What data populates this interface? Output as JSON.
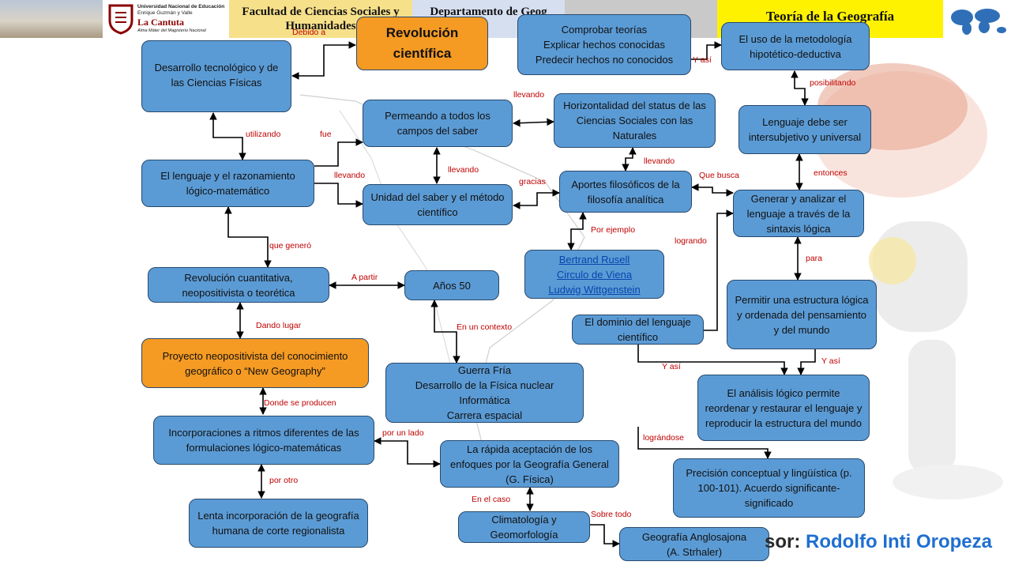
{
  "header": {
    "university_line1": "Universidad Nacional de Educación",
    "university_line2": "Enrique Guzmán y Valle",
    "university_short": "La Cantuta",
    "university_motto": "Alma Máter del Magisterio Nacional",
    "faculty": "Facultad de Ciencias Sociales y Humanidades",
    "department": "Departamento de Geog",
    "course": "Teoría de la Geografía"
  },
  "professor": {
    "label": "sor:",
    "name": "Rodolfo Inti Oropeza"
  },
  "nodes": {
    "revolucion_cientifica": "Revolución científica",
    "comprobar": "Comprobar teorías\nExplicar hechos conocidas\nPredecir hechos no conocidos",
    "metodologia": "El uso de la metodología hipotético-deductiva",
    "desarrollo": "Desarrollo tecnológico y de las Ciencias Físicas",
    "permeando": "Permeando a todos los campos del saber",
    "horizontalidad": "Horizontalidad del status de las Ciencias Sociales con las Naturales",
    "lenguaje_inter": "Lenguaje debe ser intersubjetivo y universal",
    "lenguaje_razonamiento": "El lenguaje y el razonamiento lógico-matemático",
    "unidad": "Unidad del saber y el método científico",
    "aportes": "Aportes filosóficos de la filosofía analítica",
    "generar": "Generar y analizar el lenguaje a través de la sintaxis lógica",
    "ejemplos": [
      "Bertrand Rusell",
      "Circulo de Viena",
      "Ludwig Wittgenstein"
    ],
    "revolucion_cuantitativa": "Revolución cuantitativa, neopositivista o teorética",
    "anos50": "Años 50",
    "permitir": "Permitir una estructura lógica y ordenada del pensamiento y del mundo",
    "dominio": "El dominio del lenguaje científico",
    "proyecto": "Proyecto neopositivista del conocimiento geográfico o “New Geography”",
    "guerra": "Guerra Fría\nDesarrollo de la Física nuclear\nInformática\nCarrera espacial",
    "analisis": "El análisis lógico permite reordenar y restaurar el lenguaje y reproducir la estructura del mundo",
    "incorporaciones": "Incorporaciones a ritmos diferentes de las formulaciones lógico-matemáticas",
    "rapida": "La rápida aceptación de los enfoques por la Geografía General (G. Física)",
    "precision": "Precisión conceptual y lingüística (p. 100-101). Acuerdo significante-significado",
    "lenta": "Lenta incorporación de la geografía humana de corte regionalista",
    "climatologia": "Climatología y Geomorfología",
    "anglosajona": "Geografía Anglosajona\n(A. Strhaler)"
  },
  "labels": {
    "debido_a": "Debido a",
    "y_asi_1": "Y así",
    "posibilitando": "posibilitando",
    "llevando_1": "llevando",
    "utilizando": "utilizando",
    "fue": "fue",
    "llevando_2": "llevando",
    "llevando_3": "llevando",
    "llevando_4": "llevando",
    "gracias": "gracias",
    "que_busca": "Que busca",
    "entonces": "entonces",
    "por_ejemplo": "Por ejemplo",
    "logrando": "logrando",
    "que_genero": "que generó",
    "a_partir": "A partir",
    "para": "para",
    "dando_lugar": "Dando lugar",
    "en_un_contexto": "En un contexto",
    "y_asi_2": "Y así",
    "y_asi_3": "Y así",
    "donde_se_producen": "Donde se producen",
    "por_un_lado": "por un lado",
    "lograndose": "lográndose",
    "por_otro": "por otro",
    "en_el_caso": "En el caso",
    "sobre_todo": "Sobre todo"
  }
}
